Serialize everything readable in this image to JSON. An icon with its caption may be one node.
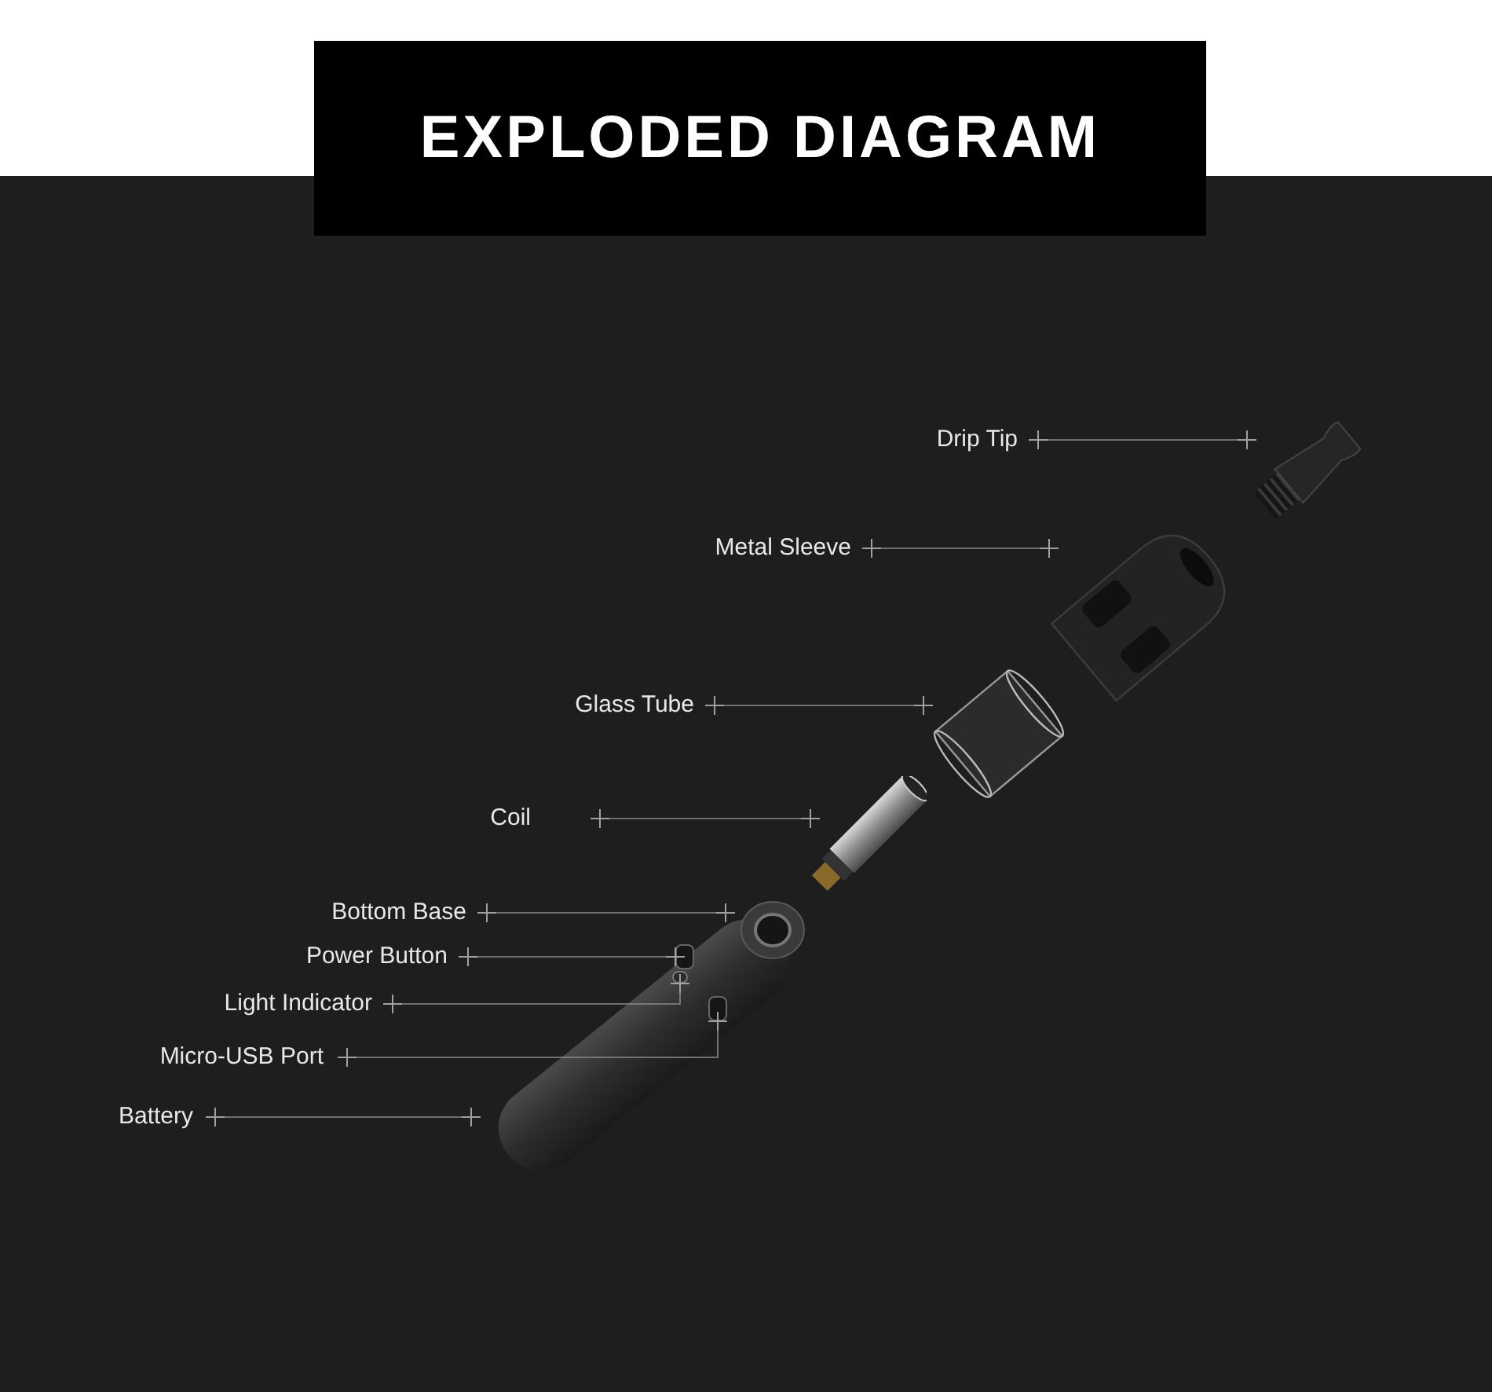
{
  "diagram": {
    "title": "EXPLODED DIAGRAM",
    "nodes": [
      {
        "text": [
          "Drip Tip"
        ]
      },
      {
        "text": [
          "Metal Sleeve"
        ]
      },
      {
        "text": [
          "Glass Tube"
        ]
      },
      {
        "text": [
          "Coil"
        ]
      },
      {
        "text": [
          "Bottom Base"
        ]
      },
      {
        "text": [
          "Power Button"
        ]
      },
      {
        "text": [
          "Light Indicator"
        ]
      },
      {
        "text": [
          "Micro-USB Port"
        ]
      },
      {
        "text": [
          "Battery"
        ]
      },
      {
        "text": [],
        "shape": "picture"
      },
      {
        "text": [],
        "shape": "picture"
      },
      {
        "text": [],
        "shape": "picture"
      },
      {
        "text": [],
        "shape": "picture"
      },
      {
        "text": [],
        "shape": "picture"
      },
      {
        "text": [],
        "shape": "picture",
        "in": 13
      },
      {
        "text": [],
        "shape": "box",
        "in": 13
      },
      {
        "text": [],
        "shape": "circle",
        "in": 13
      },
      {
        "text": [],
        "shape": "box",
        "in": 13
      }
    ],
    "edges": [
      {
        "from": 0,
        "to": 9,
        "arrow": "other"
      },
      {
        "from": 1,
        "to": 10,
        "arrow": "other"
      },
      {
        "from": 2,
        "to": 11,
        "arrow": "other"
      },
      {
        "from": 3,
        "to": 12,
        "arrow": "other"
      },
      {
        "from": 4,
        "to": 14,
        "arrow": "other"
      },
      {
        "from": 5,
        "to": 15,
        "arrow": "other"
      },
      {
        "from": 6,
        "to": 16,
        "arrow": "other"
      },
      {
        "from": 7,
        "to": 17,
        "arrow": "other"
      },
      {
        "from": 8,
        "to": 13,
        "arrow": "other"
      }
    ]
  }
}
